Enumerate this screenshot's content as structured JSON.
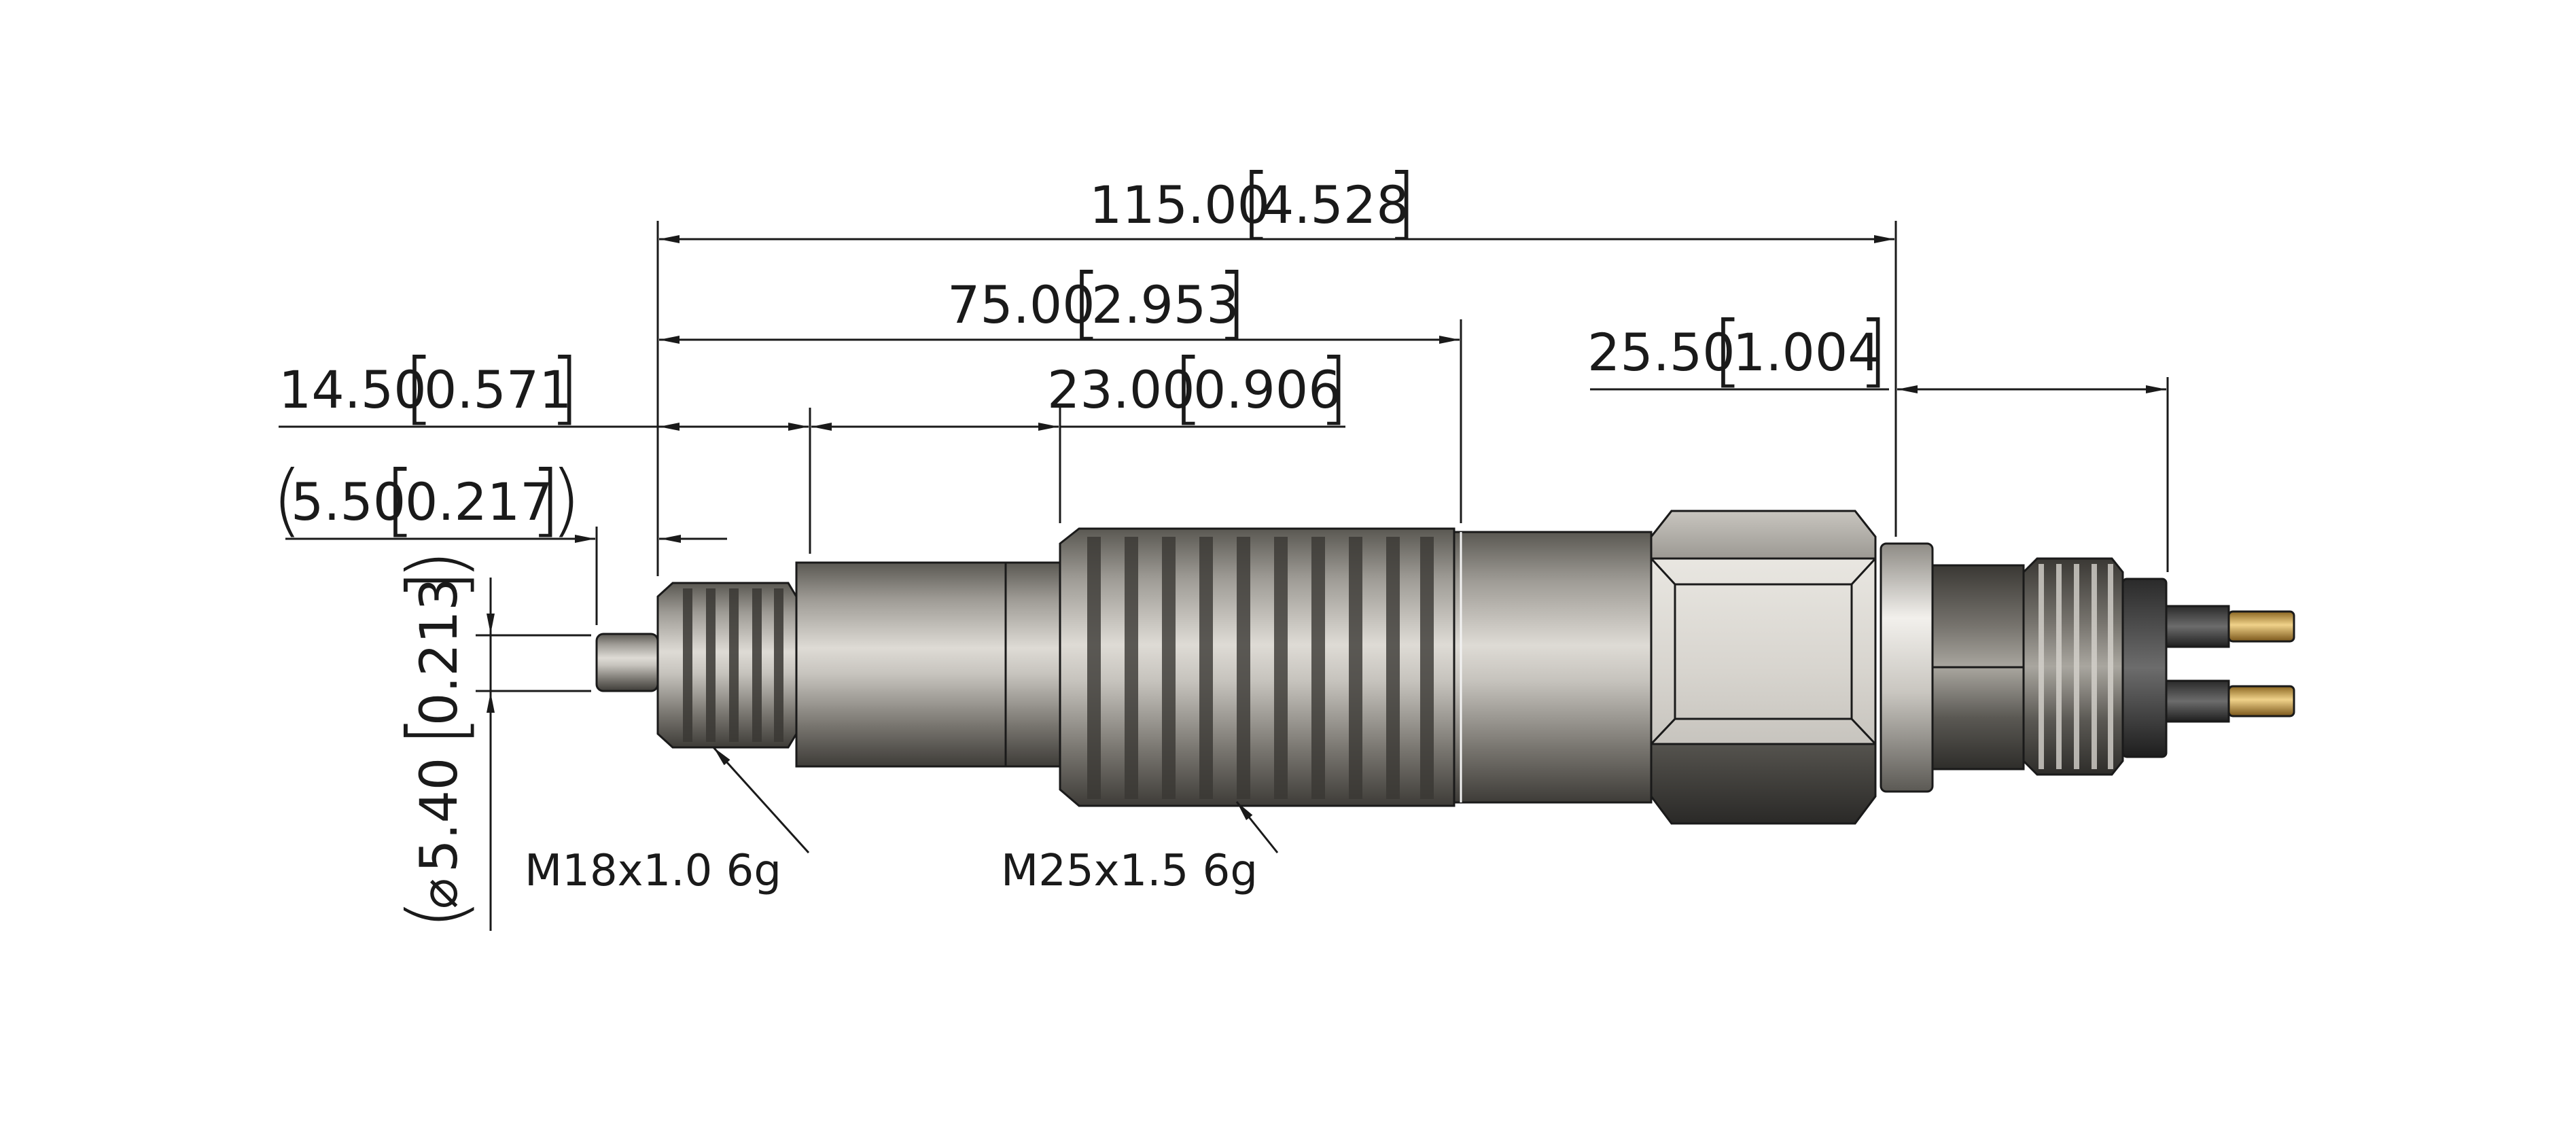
{
  "drawing": {
    "dimensions": {
      "overall_length": {
        "value": "115.00",
        "alt": "4.528"
      },
      "threaded_body_length": {
        "value": "75.00",
        "alt": "2.953"
      },
      "front_thread_length": {
        "value": "14.50",
        "alt": "0.571"
      },
      "second_segment_length": {
        "value": "23.00",
        "alt": "0.906"
      },
      "connector_length": {
        "value": "25.50",
        "alt": "1.004"
      },
      "tip_length": {
        "value": "5.50",
        "alt": "0.217"
      },
      "tip_diameter": {
        "symbol": "⌀",
        "value": "5.40",
        "alt": "0.213"
      }
    },
    "callouts": {
      "small_thread": "M18x1.0 6g",
      "large_thread": "M25x1.5 6g"
    },
    "colors": {
      "line": "#1a1a1a",
      "steel_dark": "#4a4843",
      "steel_light": "#d9d6d0",
      "pin_gold": "#c89a3a"
    }
  }
}
